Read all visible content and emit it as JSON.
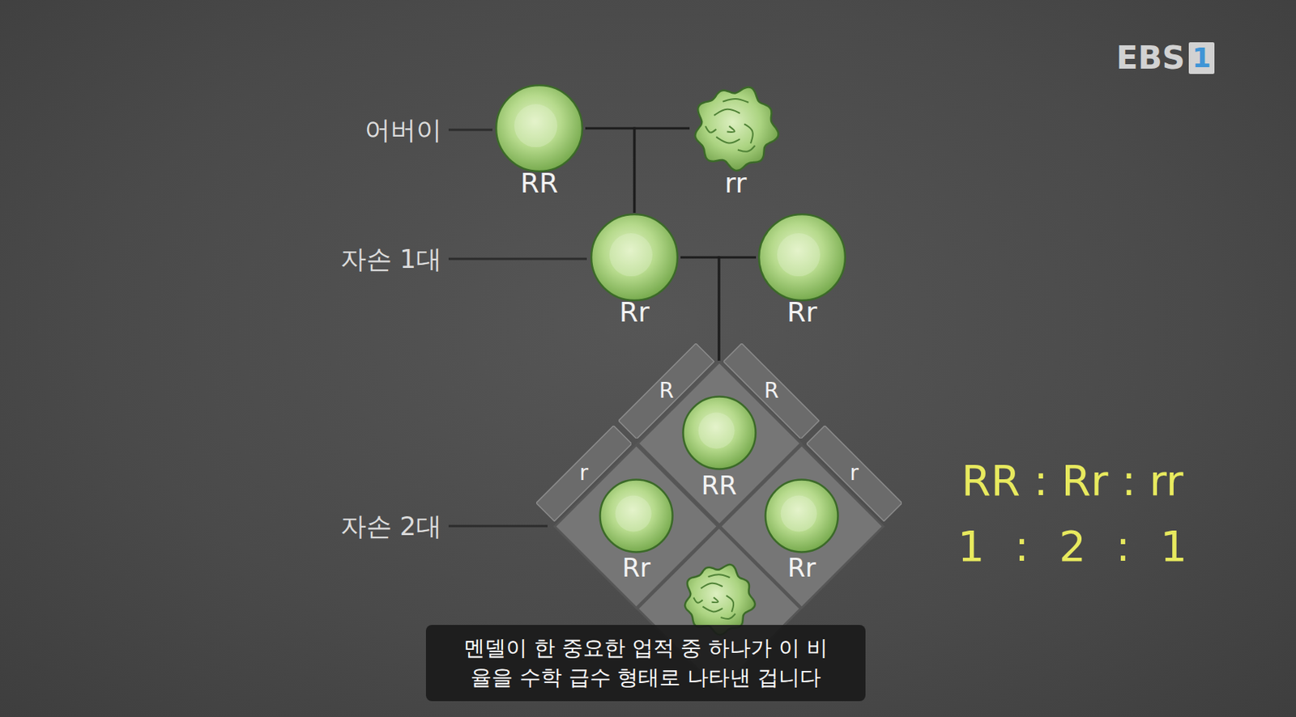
{
  "diagram": {
    "caption": "멘델이 한 중요한 업적 중 하나가 이 비율을 수학 급수 형태로 나타낸 겁니다",
    "nodes": [
      {
        "text": [
          "RR"
        ]
      },
      {
        "text": [
          "rr"
        ]
      },
      {
        "text": [
          "Rr"
        ]
      },
      {
        "text": [
          "Rr"
        ]
      },
      {
        "text": [
          "R"
        ]
      },
      {
        "text": [
          "R"
        ]
      },
      {
        "text": [
          "RR"
        ]
      },
      {
        "text": [
          "r"
        ]
      },
      {
        "text": [
          "r"
        ]
      },
      {
        "text": [
          "Rr"
        ]
      },
      {
        "text": [
          "Rr"
        ]
      }
    ],
    "edges": [
      {
        "from": 0,
        "to": 2,
        "arrow": "none"
      },
      {
        "from": 1,
        "to": 2,
        "arrow": "none"
      },
      {
        "from": 2,
        "to": 6,
        "arrow": "none"
      },
      {
        "from": 3,
        "to": 6,
        "arrow": "none"
      }
    ],
    "labels": [
      "EBS",
      "1",
      "어버이",
      "자손 1대",
      "자손 2대",
      "RR : Rr : rr",
      "1 : 2 : 1"
    ]
  }
}
